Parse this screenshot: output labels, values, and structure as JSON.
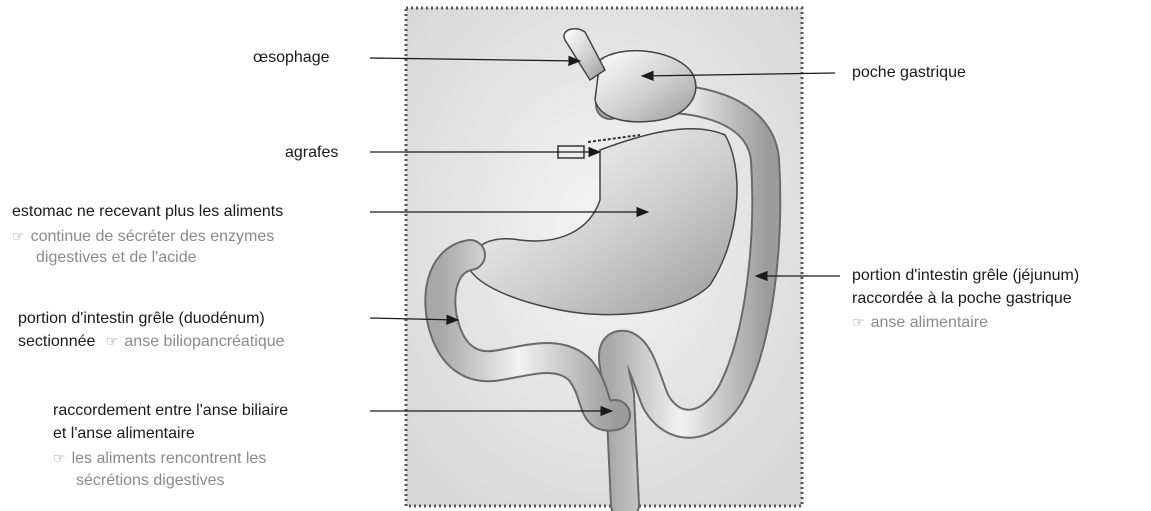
{
  "labels": {
    "oesophage": "œsophage",
    "poche": "poche gastrique",
    "agrafes": "agrafes",
    "estomac": "estomac ne recevant plus les aliments",
    "estomac_note_1": "continue de sécréter des enzymes",
    "estomac_note_2": "digestives et de l'acide",
    "duodenum_1": "portion d'intestin grêle (duodénum)",
    "duodenum_2": "sectionnée",
    "duodenum_note": "anse biliopancréatique",
    "jejunum_1": "portion d'intestin grêle (jéjunum)",
    "jejunum_2": "raccordée à la poche gastrique",
    "jejunum_note": "anse alimentaire",
    "raccord_1": "raccordement entre l'anse biliaire",
    "raccord_2": "et l'anse alimentaire",
    "raccord_note_1": "les aliments rencontrent les",
    "raccord_note_2": "sécrétions digestives"
  },
  "icons": {
    "note_marker": "pointing-hand-icon"
  },
  "colors": {
    "text": "#1a1a1a",
    "note_text": "#8a8a8a",
    "panel_bg": "#e6e6e6",
    "organ": "#c9c9c9"
  }
}
